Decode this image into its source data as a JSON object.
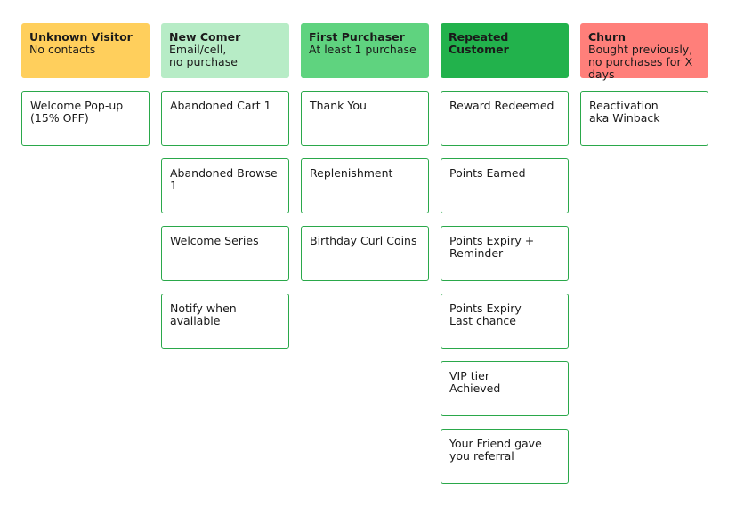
{
  "stages": [
    {
      "title": "Unknown Visitor",
      "description": "No contacts",
      "color": "#ffcf5c",
      "cards": [
        "Welcome Pop-up\n(15% OFF)"
      ]
    },
    {
      "title": "New Comer",
      "description": "Email/cell,\nno purchase",
      "color": "#b7ecc6",
      "cards": [
        "Abandoned Cart 1",
        "Abandoned Browse 1",
        "Welcome Series",
        "Notify when\navailable"
      ]
    },
    {
      "title": "First Purchaser",
      "description": "At least 1 purchase",
      "color": "#5fd37f",
      "cards": [
        "Thank You",
        "Replenishment",
        "Birthday Curl Coins"
      ]
    },
    {
      "title": "Repeated\nCustomer",
      "description": "",
      "color": "#22b24c",
      "cards": [
        "Reward Redeemed",
        "Points Earned",
        "Points Expiry +\nReminder",
        "Points Expiry\nLast chance",
        "VIP tier\nAchieved",
        "Your Friend gave\nyou referral"
      ]
    },
    {
      "title": "Churn",
      "description": "Bought previously,\nno purchases for X days",
      "color": "#ff7f7a",
      "cards": [
        "Reactivation\naka Winback"
      ]
    }
  ]
}
